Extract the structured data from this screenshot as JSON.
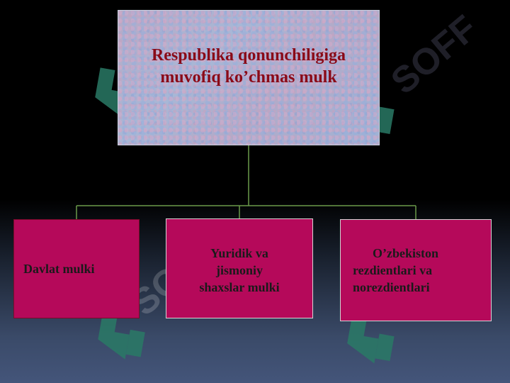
{
  "diagram": {
    "root": {
      "title_line1": "Respublika qonunchiligiga",
      "title_line2": "muvofiq ko’chmas mulk"
    },
    "children": [
      {
        "label": "Davlat mulki"
      },
      {
        "line1": "Yuridik va",
        "line2": "jismoniy",
        "line3": "shaxslar mulki"
      },
      {
        "line1": "O’zbekiston",
        "line2": "rezdientlari va",
        "line3": "norezdientlari"
      }
    ]
  },
  "watermark": {
    "brand_text": "SOFF"
  },
  "colors": {
    "root_title": "#8a0a18",
    "child_fill": "#b5095a",
    "connector": "#6a9a4a",
    "watermark": "#2a7a66"
  }
}
